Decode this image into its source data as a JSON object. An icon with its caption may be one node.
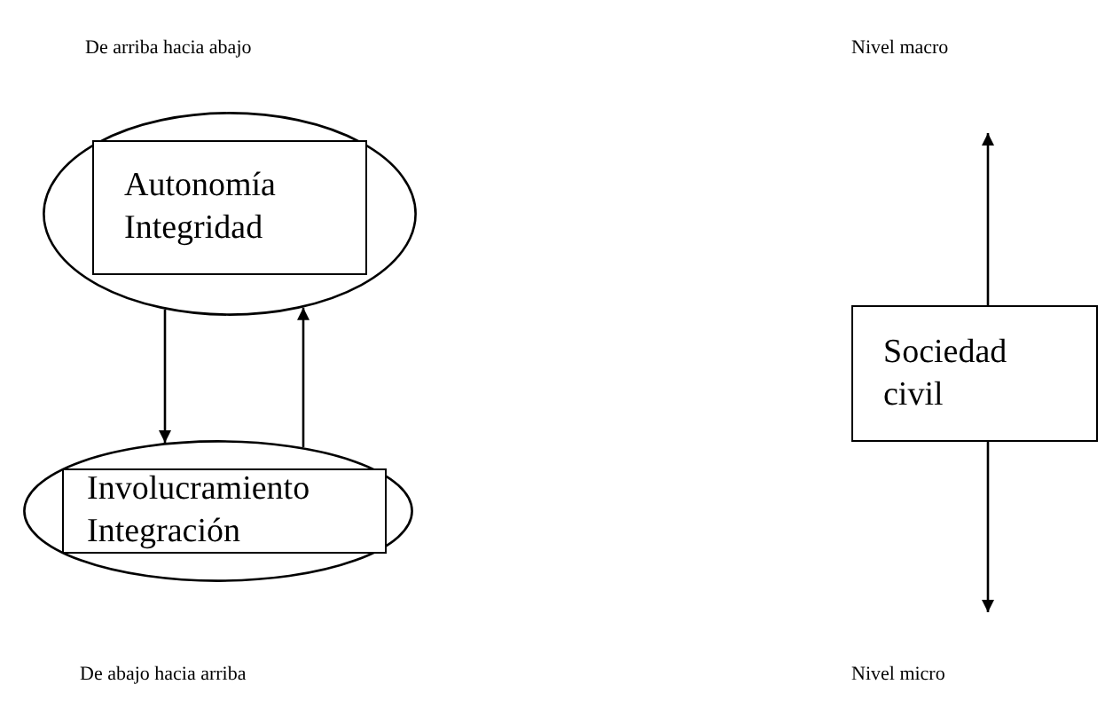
{
  "diagram": {
    "nodes": [
      {
        "text": [],
        "shape": "ellipse"
      },
      {
        "text": [
          "Autonomía Integridad"
        ],
        "in": 0
      },
      {
        "text": [],
        "shape": "ellipse"
      },
      {
        "text": [
          "Involucramiento Integración"
        ],
        "in": 2
      },
      {
        "text": [
          "Sociedad civil"
        ]
      }
    ],
    "edges": [
      {
        "from": 0,
        "to": 2,
        "arrow": "to"
      },
      {
        "from": 2,
        "to": 0,
        "arrow": "to"
      },
      {
        "from": 4,
        "to": null,
        "arrow": "to"
      },
      {
        "from": 4,
        "to": null,
        "arrow": "to"
      }
    ],
    "labels": [
      "De arriba hacia abajo",
      "Nivel macro",
      "De abajo hacia arriba",
      "Nivel micro"
    ]
  }
}
